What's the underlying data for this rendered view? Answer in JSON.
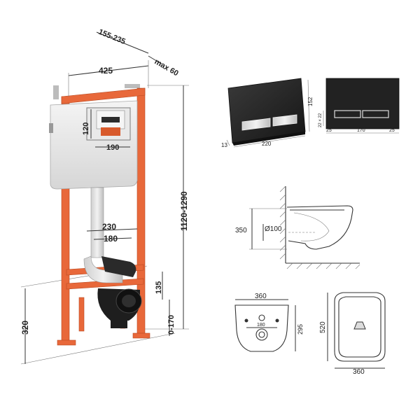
{
  "frame_dimensions": {
    "depth_adjust": "155-235",
    "width": "425",
    "max_depth": "max 60",
    "height": "1120-1290",
    "cistern_opening_height": "120",
    "cistern_opening_width": "190",
    "drain_spacing_outer": "230",
    "drain_spacing_inner": "180",
    "outlet_height": "135",
    "foot_adjust": "0-170",
    "outlet_floor_height": "320"
  },
  "flush_plate": {
    "depth": "13",
    "width": "220",
    "height": "152",
    "button_side_margin_left": "25",
    "button_width": "170",
    "button_side_margin_right": "25",
    "button_offsets": "22 × 22"
  },
  "toilet_side": {
    "height": "350",
    "outlet_diameter": "Ø100"
  },
  "toilet_back": {
    "width": "360",
    "bolt_spacing": "180",
    "height": "295"
  },
  "toilet_top": {
    "length": "520",
    "width": "360"
  },
  "colors": {
    "frame": "#e8683a",
    "plate_dark": "#2a2a2a",
    "button_chrome": "#c8c8c8"
  }
}
